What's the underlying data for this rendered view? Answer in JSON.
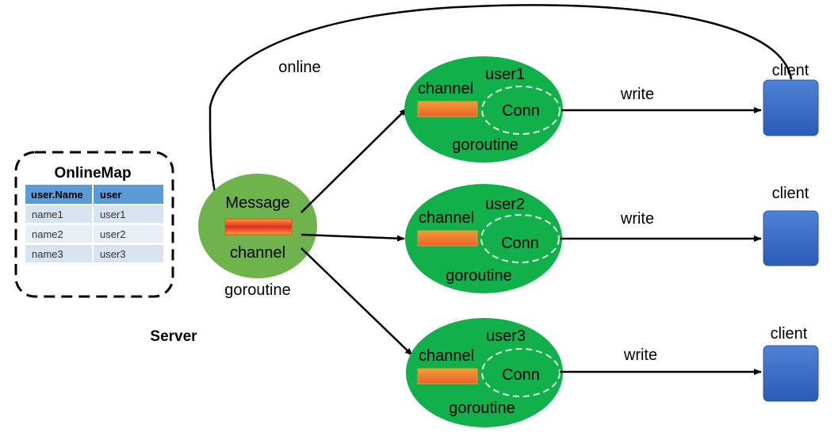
{
  "online_map": {
    "title": "OnlineMap",
    "columns": [
      "user.Name",
      "user"
    ],
    "rows": [
      [
        "name1",
        "user1"
      ],
      [
        "name2",
        "user2"
      ],
      [
        "name3",
        "user3"
      ]
    ]
  },
  "server": {
    "label": "Server"
  },
  "message": {
    "title": "Message",
    "channel": "channel",
    "goroutine": "goroutine"
  },
  "online_label": "online",
  "users": [
    {
      "name": "user1",
      "channel": "channel",
      "conn": "Conn",
      "goroutine": "goroutine",
      "write": "write",
      "client": "client"
    },
    {
      "name": "user2",
      "channel": "channel",
      "conn": "Conn",
      "goroutine": "goroutine",
      "write": "write",
      "client": "client"
    },
    {
      "name": "user3",
      "channel": "channel",
      "conn": "Conn",
      "goroutine": "goroutine",
      "write": "write",
      "client": "client"
    }
  ],
  "colors": {
    "user_ellipse": "#11b04b",
    "message_ellipse": "#6fb34d",
    "client_box": "#3a6fc9",
    "table_header": "#5b9bd5",
    "table_row": "#d7e3f1"
  }
}
